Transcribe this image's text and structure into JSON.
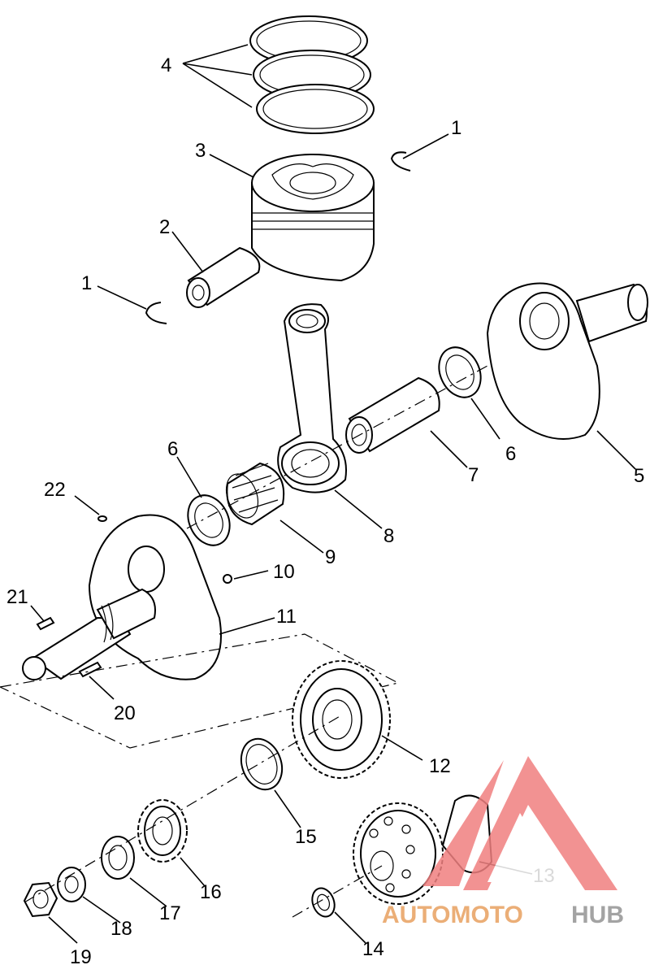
{
  "callouts": [
    {
      "id": "c4",
      "text": "4"
    },
    {
      "id": "c1a",
      "text": "1"
    },
    {
      "id": "c3",
      "text": "3"
    },
    {
      "id": "c2",
      "text": "2"
    },
    {
      "id": "c1b",
      "text": "1"
    },
    {
      "id": "c6a",
      "text": "6"
    },
    {
      "id": "c6b",
      "text": "6"
    },
    {
      "id": "c7",
      "text": "7"
    },
    {
      "id": "c5",
      "text": "5"
    },
    {
      "id": "c22",
      "text": "22"
    },
    {
      "id": "c8",
      "text": "8"
    },
    {
      "id": "c9",
      "text": "9"
    },
    {
      "id": "c10",
      "text": "10"
    },
    {
      "id": "c21",
      "text": "21"
    },
    {
      "id": "c11",
      "text": "11"
    },
    {
      "id": "c20",
      "text": "20"
    },
    {
      "id": "c12",
      "text": "12"
    },
    {
      "id": "c15",
      "text": "15"
    },
    {
      "id": "c13",
      "text": "13"
    },
    {
      "id": "c16",
      "text": "16"
    },
    {
      "id": "c17",
      "text": "17"
    },
    {
      "id": "c18",
      "text": "18"
    },
    {
      "id": "c19",
      "text": "19"
    },
    {
      "id": "c14",
      "text": "14"
    }
  ],
  "watermark": {
    "part1": "AUTOMOTO",
    "part2": "HUB",
    "color_primary": "#f08080",
    "color_secondary": "#e8a060",
    "color_hub": "#9a9a9a"
  }
}
